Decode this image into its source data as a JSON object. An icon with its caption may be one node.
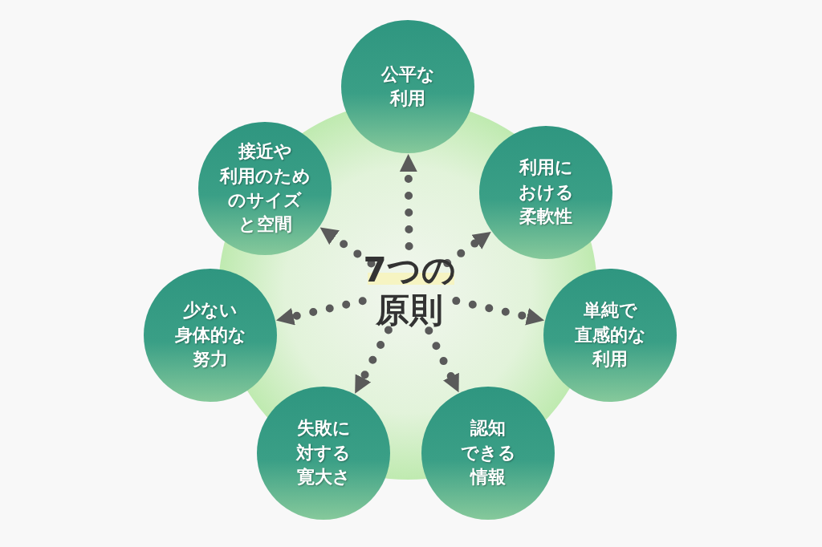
{
  "diagram": {
    "nodes": [
      {
        "text": [
          "7つの原則"
        ]
      },
      {
        "text": [
          "公平な利用"
        ]
      },
      {
        "text": [
          "利用における柔軟性"
        ]
      },
      {
        "text": [
          "単純で直感的な利用"
        ]
      },
      {
        "text": [
          "認知できる情報"
        ]
      },
      {
        "text": [
          "失敗に対する寛大さ"
        ]
      },
      {
        "text": [
          "少ない身体的な努力"
        ]
      },
      {
        "text": [
          "接近や利用のためのサイズと空間"
        ]
      }
    ],
    "edges": [
      {
        "from": 0,
        "to": 1,
        "arrow": "to",
        "style": "dashed"
      },
      {
        "from": 0,
        "to": 2,
        "arrow": "to",
        "style": "dashed"
      },
      {
        "from": 0,
        "to": 3,
        "arrow": "to",
        "style": "dashed"
      },
      {
        "from": 0,
        "to": 4,
        "arrow": "to",
        "style": "dashed"
      },
      {
        "from": 0,
        "to": 5,
        "arrow": "to",
        "style": "dashed"
      },
      {
        "from": 0,
        "to": 6,
        "arrow": "to",
        "style": "dashed"
      },
      {
        "from": 0,
        "to": 7,
        "arrow": "to",
        "style": "dashed"
      }
    ]
  }
}
